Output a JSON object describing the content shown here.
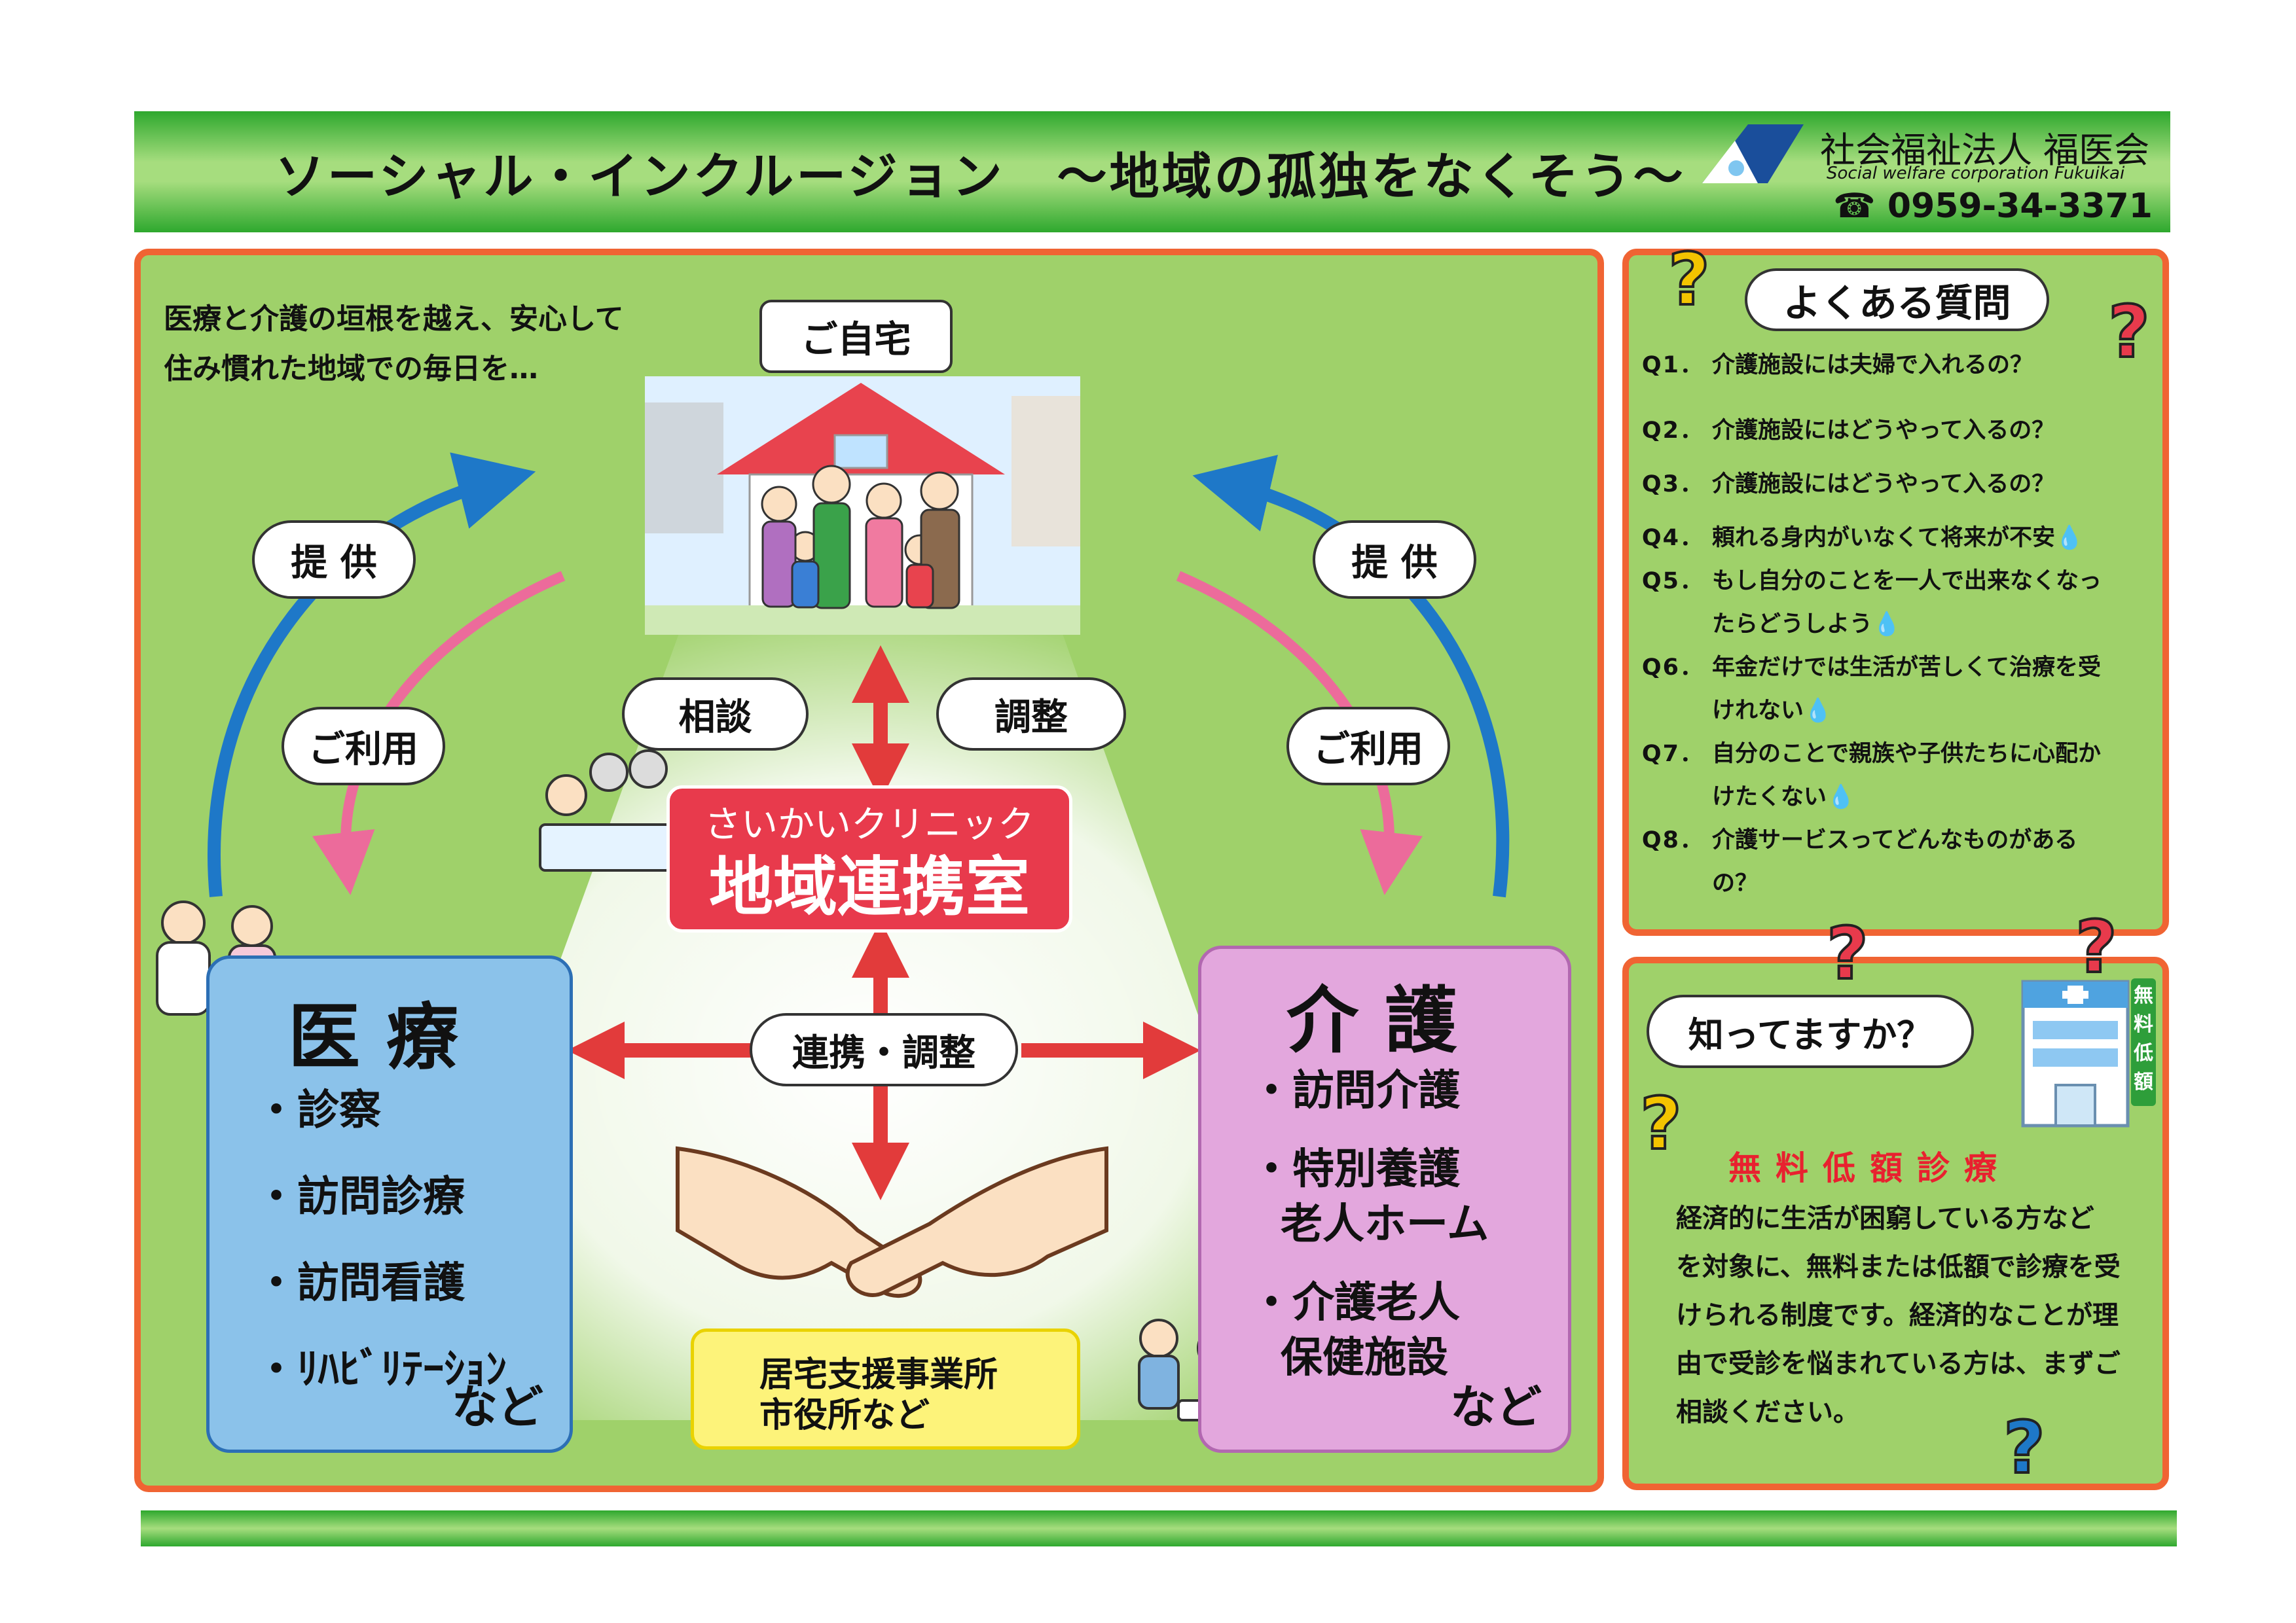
{
  "header": {
    "title": "ソーシャル・インクルージョン　～地域の孤独をなくそう～",
    "org_name_ja": "社会福祉法人 福医会",
    "org_name_en": "Social welfare corporation  Fukuikai",
    "phone_icon": "phone-icon",
    "phone": "0959-34-3371"
  },
  "main": {
    "intro_line1": "医療と介護の垣根を越え、安心して",
    "intro_line2": "住み慣れた地域での毎日を…",
    "home_label": "ご自宅",
    "provide_left": "提 供",
    "provide_right": "提 供",
    "use_left": "ご利用",
    "use_right": "ご利用",
    "consult": "相談",
    "adjust": "調整",
    "clinic_sub": "さいかいクリニック",
    "clinic_main": "地域連携室",
    "coordinate": "連携・調整",
    "medical": {
      "title": "医療",
      "items": [
        "・診察",
        "・訪問診療",
        "・訪問看護",
        "・ﾘﾊﾋﾞﾘﾃｰｼｮﾝ"
      ],
      "suffix": "など"
    },
    "care": {
      "title": "介護",
      "item1": "・訪問介護",
      "item2_line1": "・特別養護",
      "item2_line2": "老人ホーム",
      "item3_line1": "・介護老人",
      "item3_line2": "保健施設",
      "suffix": "など"
    },
    "support_line1": "居宅支援事業所",
    "support_line2": "市役所など"
  },
  "faq": {
    "heading": "よくある質問",
    "items": [
      {
        "q": "Q1．",
        "text": "介護施設には夫婦で入れるの？"
      },
      {
        "q": "Q2．",
        "text": "介護施設にはどうやって入るの？"
      },
      {
        "q": "Q3．",
        "text": "介護施設にはどうやって入るの？"
      },
      {
        "q": "Q4．",
        "text": "頼れる身内がいなくて将来が不安💧"
      },
      {
        "q": "Q5．",
        "text": "もし自分のことを一人で出来なくなっ\nたらどうしよう💧"
      },
      {
        "q": "Q6．",
        "text": "年金だけでは生活が苦しくて治療を受\nけれない💧"
      },
      {
        "q": "Q7．",
        "text": "自分のことで親族や子供たちに心配か\nけたくない💧"
      },
      {
        "q": "Q8．",
        "text": "介護サービスってどんなものがある\nの？"
      }
    ]
  },
  "free_clinic": {
    "question": "知ってますか？",
    "badge": "無料低額",
    "title": "無料低額診療",
    "body": [
      "経済的に生活が困窮している方など",
      "を対象に、無料または低額で診療を受",
      "けられる制度です。経済的なことが理",
      "由で受診を悩まれている方は、まずご",
      "相談ください。"
    ]
  },
  "colors": {
    "header_green": "#2ea82e",
    "panel_green": "#9fd16a",
    "panel_border": "#f06433",
    "clinic_red": "#e83a4c",
    "medical_blue": "#8bc2ea",
    "care_pink": "#e3a7dd",
    "support_yellow": "#fdf37a",
    "arrow_blue": "#1e78c8",
    "arrow_pink": "#ec6b9b",
    "arrow_red": "#e23b3b",
    "free_title_red": "#e8212f"
  }
}
